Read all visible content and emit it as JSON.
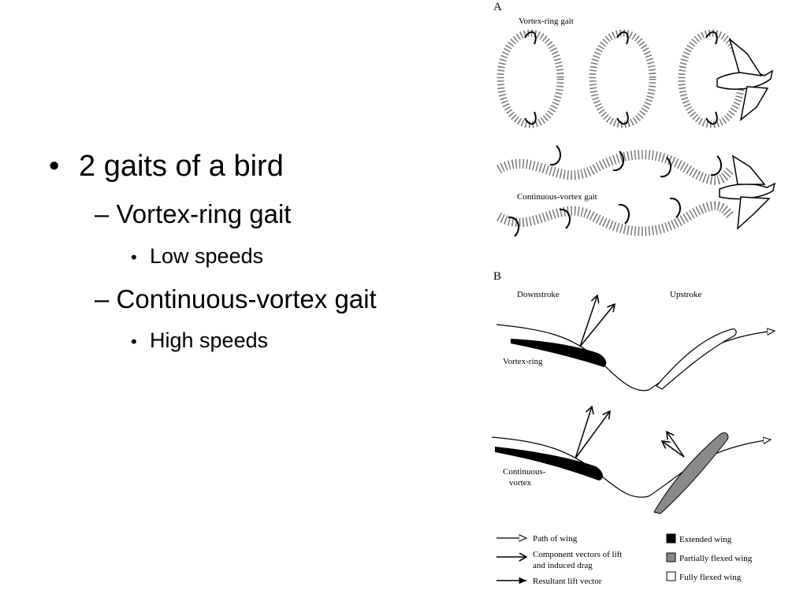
{
  "slide": {
    "bullets": [
      {
        "level": 1,
        "marker": "•",
        "text": "2 gaits of a bird"
      },
      {
        "level": 2,
        "marker": "–",
        "text": "Vortex-ring gait"
      },
      {
        "level": 3,
        "marker": "•",
        "text": "Low speeds"
      },
      {
        "level": 2,
        "marker": "–",
        "text": "Continuous-vortex gait"
      },
      {
        "level": 3,
        "marker": "•",
        "text": "High speeds"
      }
    ]
  },
  "figure": {
    "panel_a": {
      "letter": "A",
      "top_label": "Vortex-ring gait",
      "bottom_label": "Continuous-vortex gait"
    },
    "panel_b": {
      "letter": "B",
      "downstroke": "Downstroke",
      "upstroke": "Upstroke",
      "row1_label": "Vortex-ring",
      "row2_label_line1": "Continuous-",
      "row2_label_line2": "vortex"
    },
    "legend": {
      "path": "Path of wing",
      "component_line1": "Component vectors of lift",
      "component_line2": "and induced drag",
      "resultant": "Resultant lift vector",
      "extended": "Extended wing",
      "partial": "Partially flexed wing",
      "fully": "Fully flexed wing"
    },
    "colors": {
      "extended": "#000000",
      "partial": "#8a8a8a",
      "fully": "#ffffff"
    }
  }
}
